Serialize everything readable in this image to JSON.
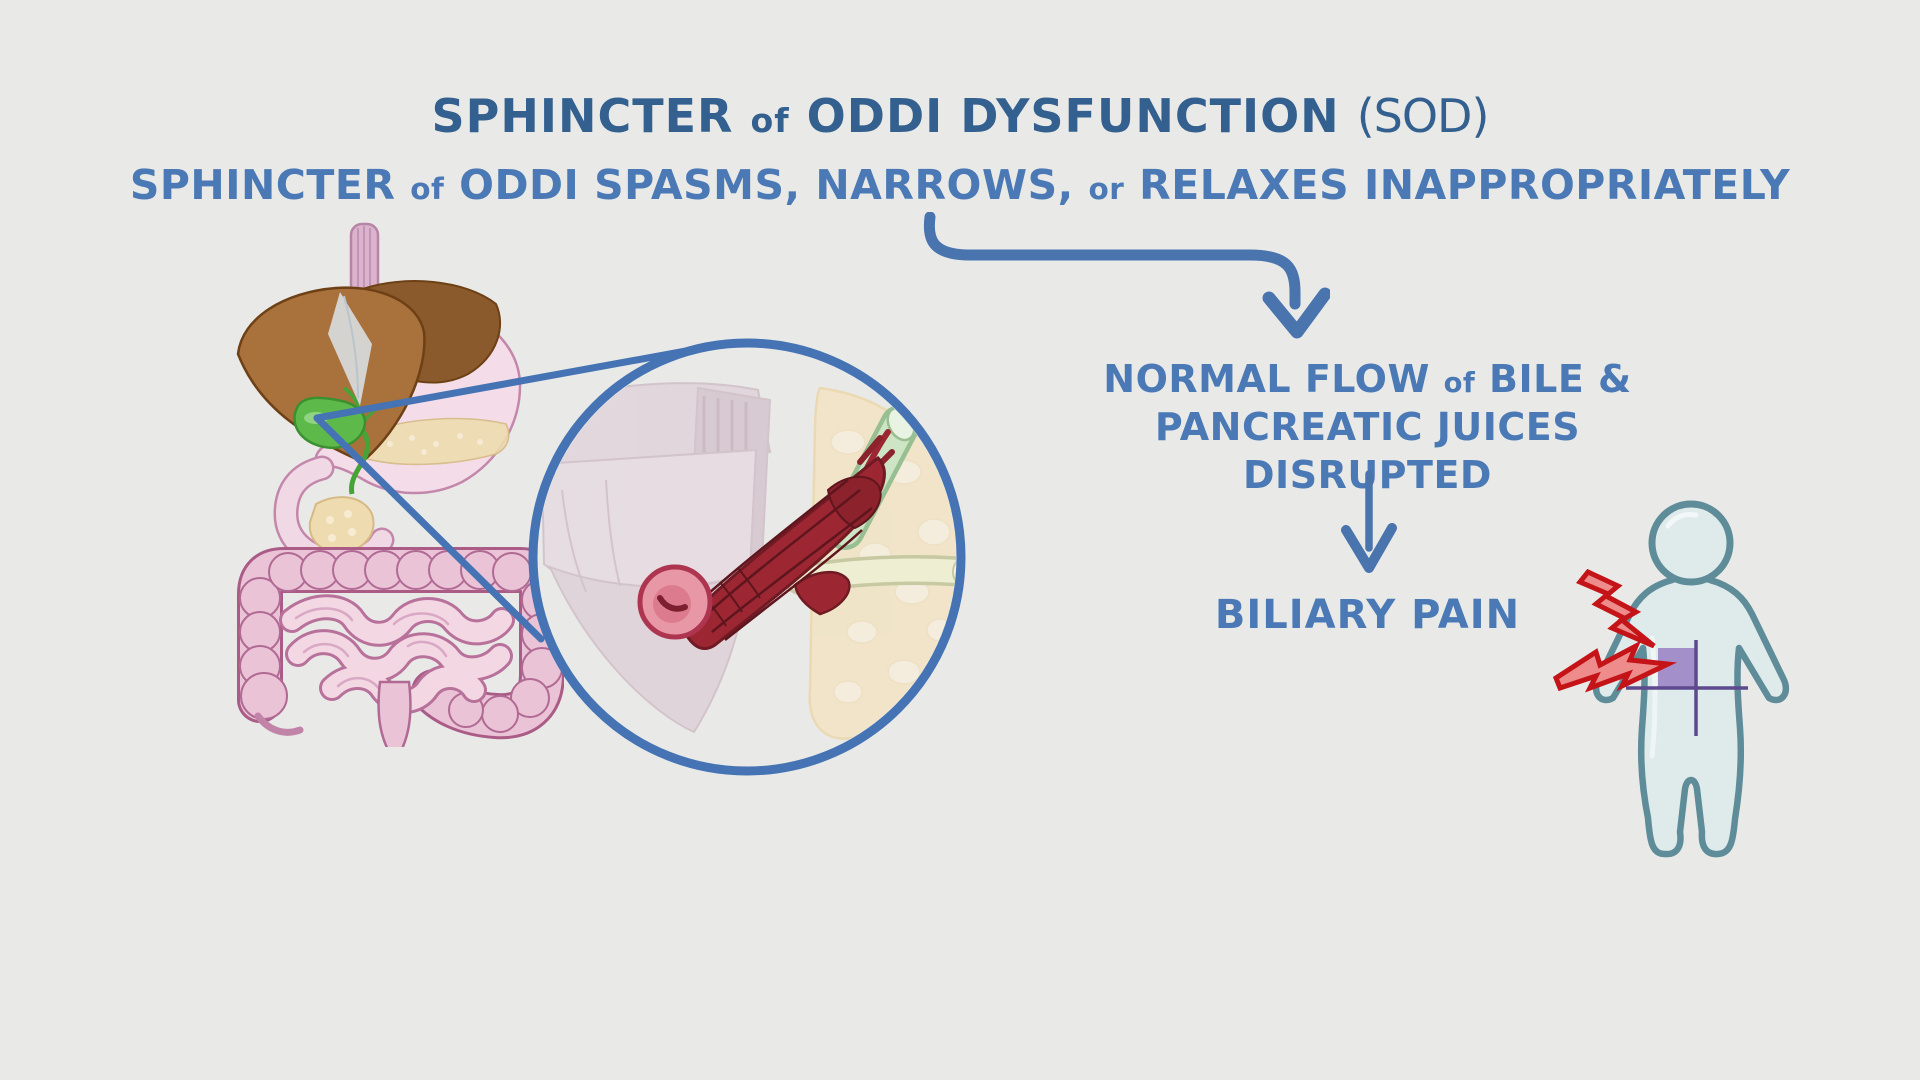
{
  "palette": {
    "background": "#e9eae8",
    "title_blue": "#33608f",
    "subtitle_blue": "#4a79b5",
    "arrow_blue": "#4a74ae",
    "circle_blue": "#4573b4",
    "liver_brown": "#a9713c",
    "liver_dark": "#8a5a2c",
    "gallbladder_green": "#5dba4a",
    "stomach_pink": "#f4dde9",
    "stomach_outline": "#c487ac",
    "pancreas_cream": "#eedcb0",
    "intestine_pink": "#ebc3d7",
    "intestine_outline": "#aa5c87",
    "duct_green": "#cde5c5",
    "duct_pale": "#edeed2",
    "muscle_red": "#9c2733",
    "papilla_pink": "#e897a6",
    "person_fill": "#dfeaeb",
    "person_outline": "#5e8d99",
    "quadrant_purple": "#9d87c5",
    "quadrant_line": "#5d4a8e",
    "bolt_fill": "#ee8b8b",
    "bolt_red": "#c41418"
  },
  "header": {
    "title_parts": [
      "SPHINCTER",
      "of",
      "ODDI DYSFUNCTION",
      "(SOD)"
    ],
    "subtitle_parts": [
      "SPHINCTER",
      "of",
      "ODDI SPASMS, NARROWS,",
      "or",
      "RELAXES INAPPROPRIATELY"
    ]
  },
  "flow": {
    "disruption_line1_parts": [
      "NORMAL FLOW",
      "of",
      "BILE &"
    ],
    "disruption_line2": "PANCREATIC JUICES DISRUPTED",
    "outcome": "BILIARY PAIN"
  },
  "icons": {
    "curved_arrow": "curved-arrow",
    "down_arrow": "down-arrow",
    "pain_bolt": "lightning-bolt",
    "magnifier": "magnifier-circle"
  }
}
